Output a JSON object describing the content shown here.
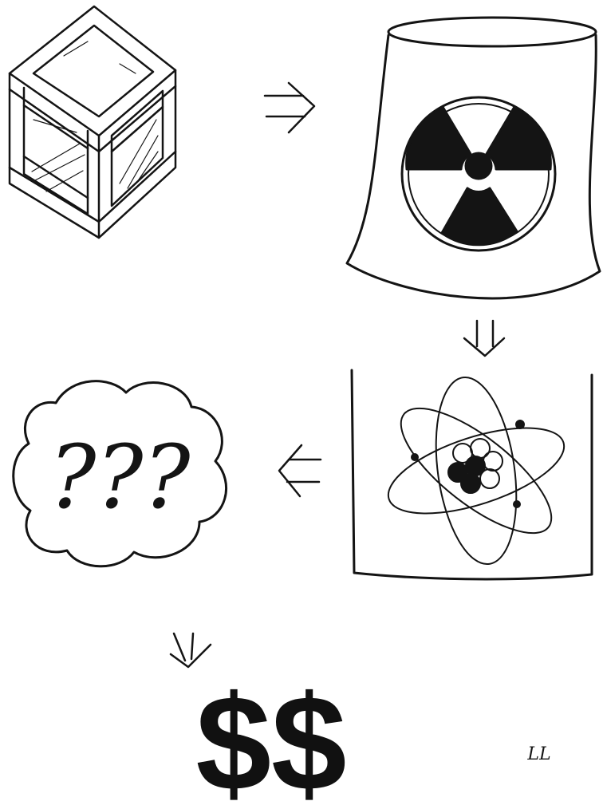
{
  "cloud": {
    "text": "???"
  },
  "money": {
    "text": "$$"
  },
  "signature": {
    "text": "LL"
  },
  "ink_color": "#141414",
  "paper_color": "#ffffff",
  "icons": [
    "wooden-crate",
    "cooling-tower-with-radiation-symbol",
    "atom-in-container",
    "thought-cloud",
    "dollar-signs"
  ],
  "arrows": [
    "right",
    "down",
    "left",
    "down"
  ]
}
